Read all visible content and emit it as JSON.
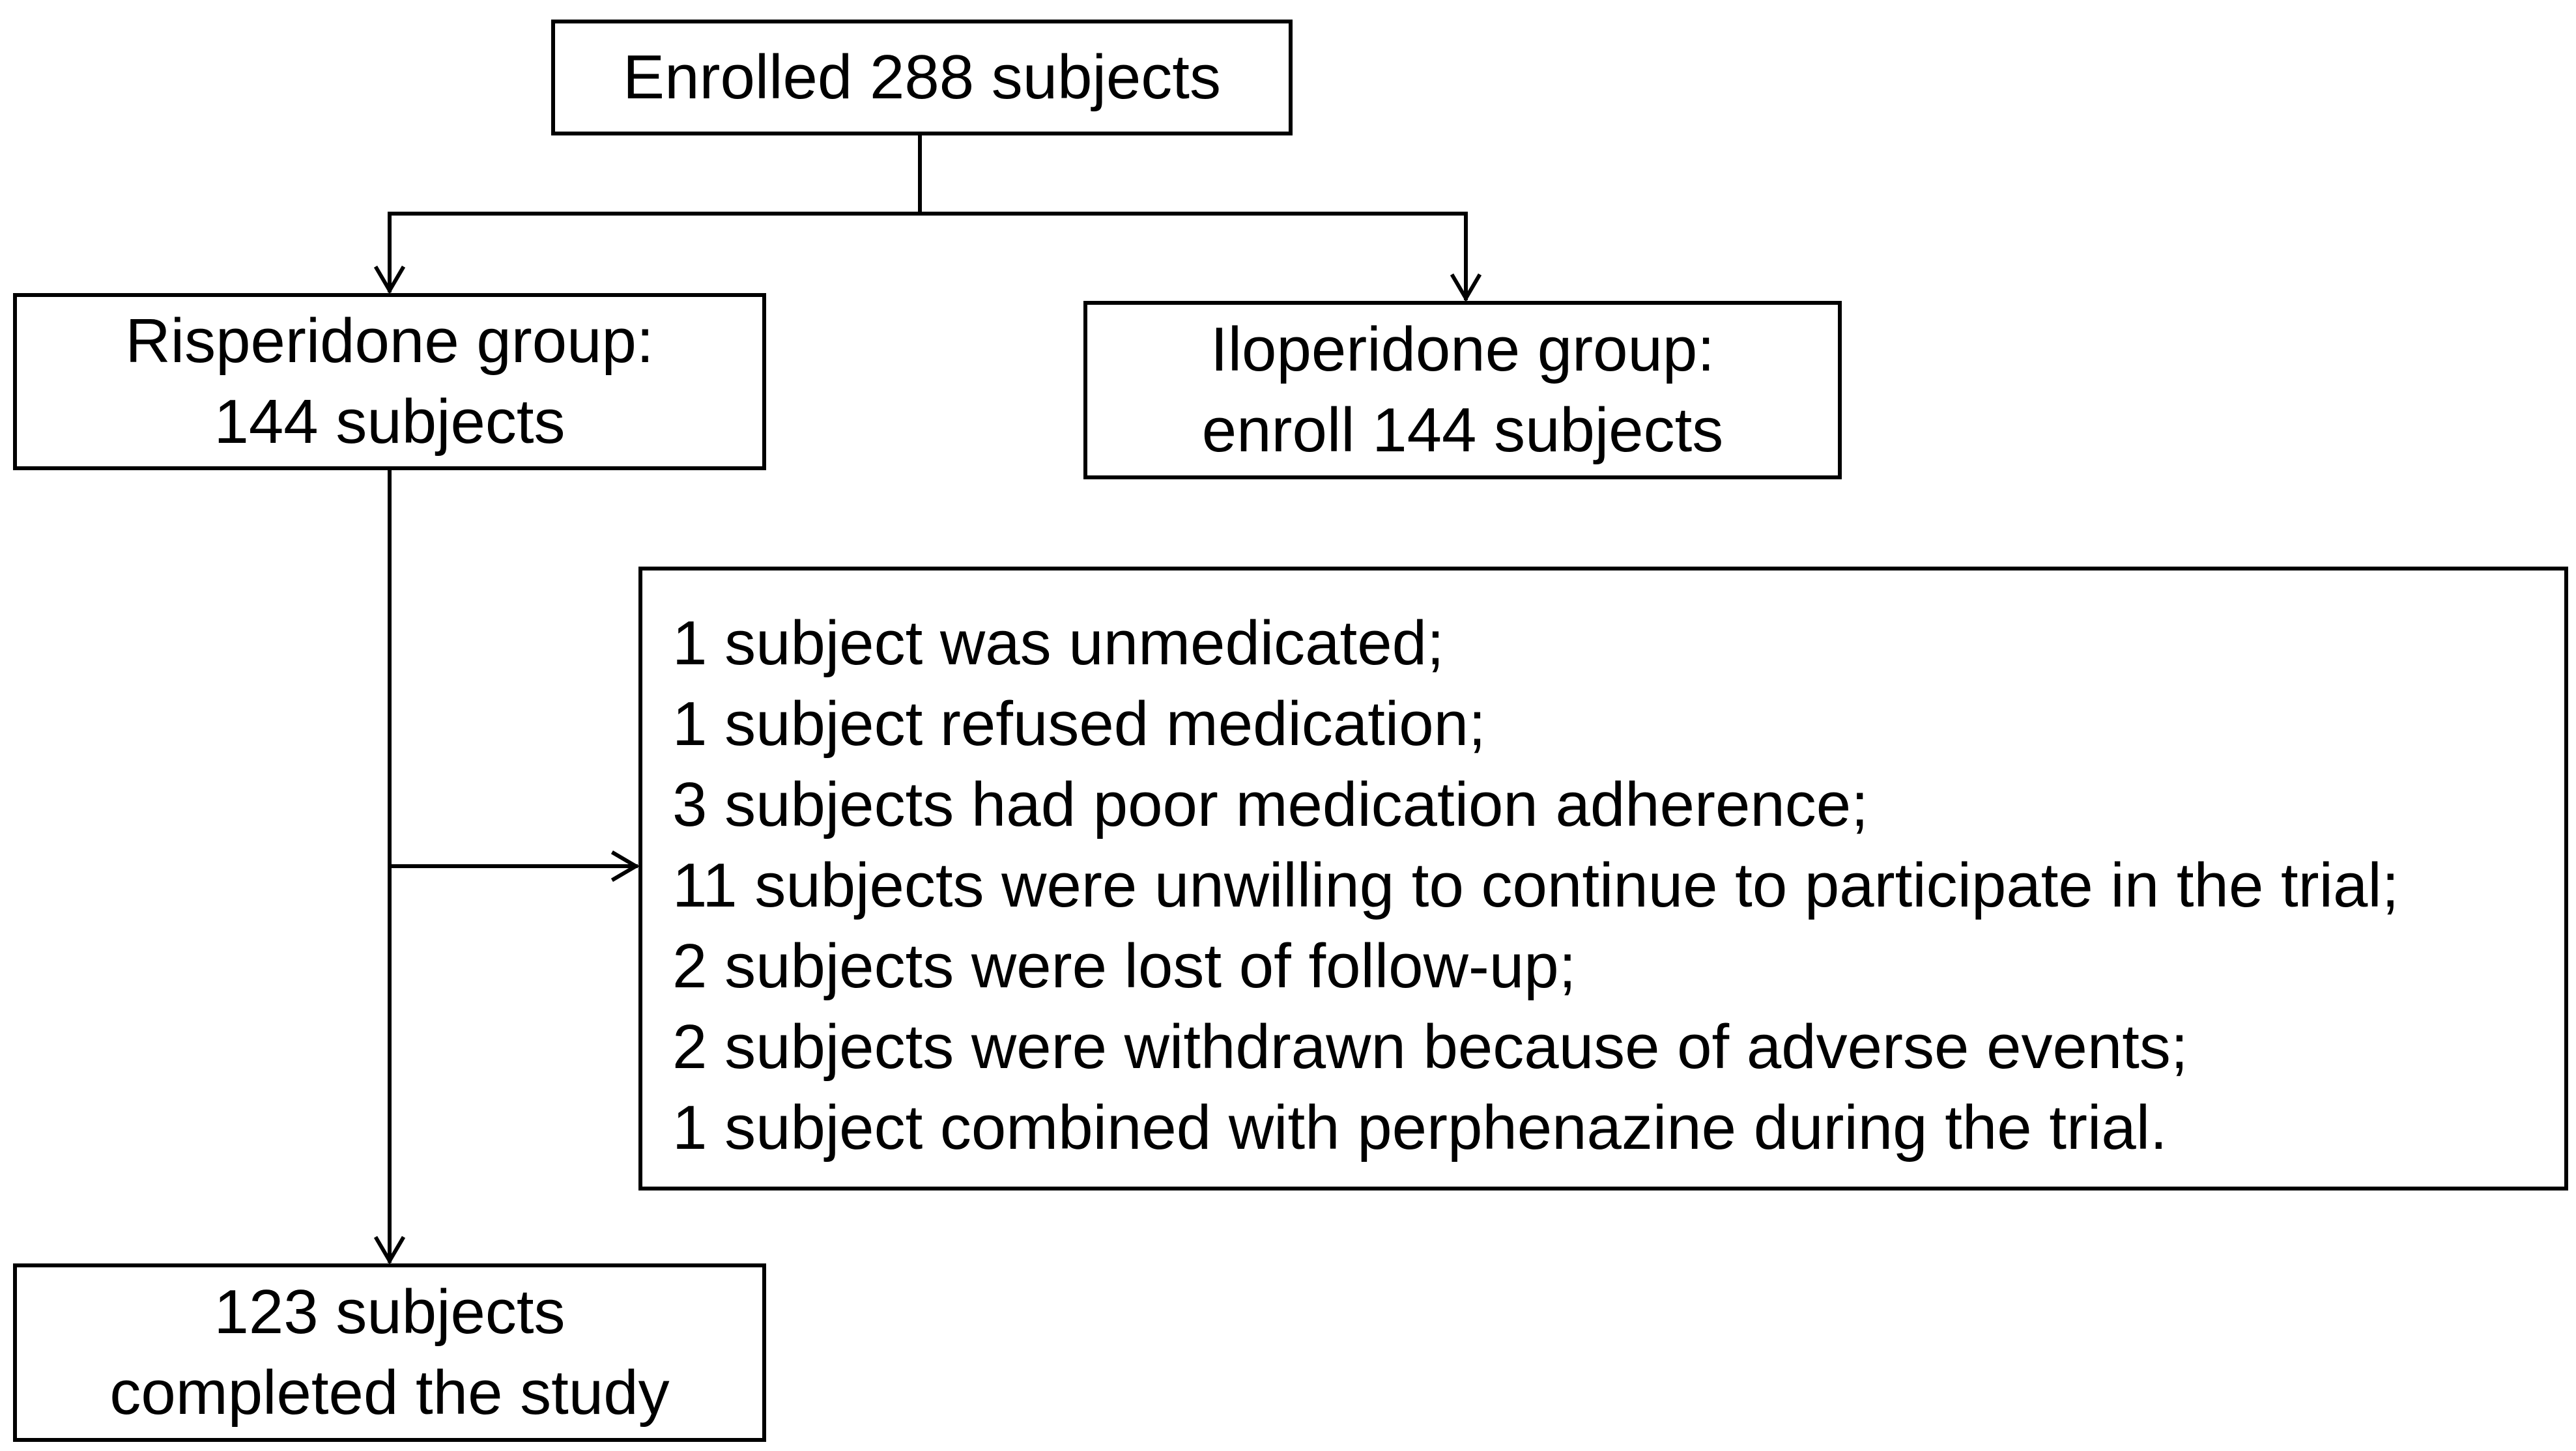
{
  "enrolled": {
    "text": "Enrolled 288 subjects"
  },
  "risperidone": {
    "line1": "Risperidone group:",
    "line2": "144 subjects"
  },
  "iloperidone": {
    "line1": "Iloperidone group:",
    "line2": "enroll 144 subjects"
  },
  "exclusions": [
    "1 subject was unmedicated;",
    "1 subject refused medication;",
    "3 subjects had poor medication adherence;",
    "11 subjects were unwilling to continue to participate in the trial;",
    "2 subjects were lost of follow-up;",
    "2 subjects were withdrawn because of adverse events;",
    "1 subject combined with perphenazine during the trial."
  ],
  "completed": {
    "line1": "123 subjects",
    "line2": "completed the study"
  }
}
